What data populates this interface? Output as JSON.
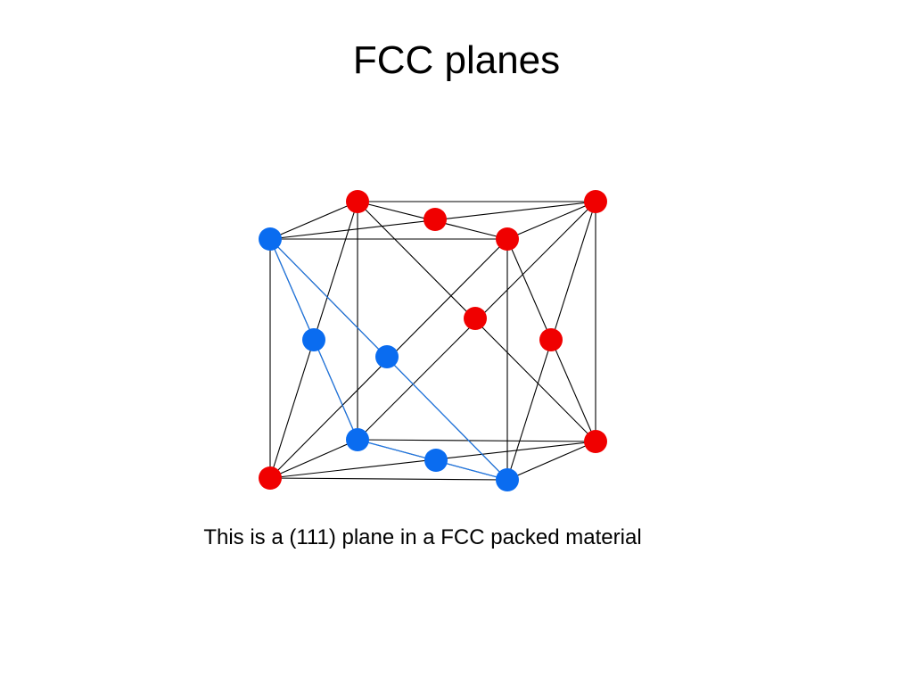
{
  "title": "FCC planes",
  "caption": "This is a (111) plane in a FCC packed material",
  "colors": {
    "edge": "#000000",
    "plane_line": "#1e78e8",
    "plane_atom": "#0a6cf0",
    "other_atom": "#f00000"
  },
  "atoms": [
    {
      "id": "front-top-left",
      "color": "blue"
    },
    {
      "id": "front-top-right",
      "color": "red"
    },
    {
      "id": "front-bottom-left",
      "color": "red"
    },
    {
      "id": "front-bottom-right",
      "color": "blue"
    },
    {
      "id": "back-top-left",
      "color": "red"
    },
    {
      "id": "back-top-right",
      "color": "red"
    },
    {
      "id": "back-bottom-left",
      "color": "blue"
    },
    {
      "id": "back-bottom-right",
      "color": "red"
    },
    {
      "id": "top-face-center",
      "color": "red"
    },
    {
      "id": "bottom-face-center",
      "color": "blue"
    },
    {
      "id": "left-face-center",
      "color": "blue"
    },
    {
      "id": "right-face-center",
      "color": "red"
    },
    {
      "id": "front-face-center",
      "color": "blue"
    },
    {
      "id": "back-face-center",
      "color": "red"
    }
  ]
}
